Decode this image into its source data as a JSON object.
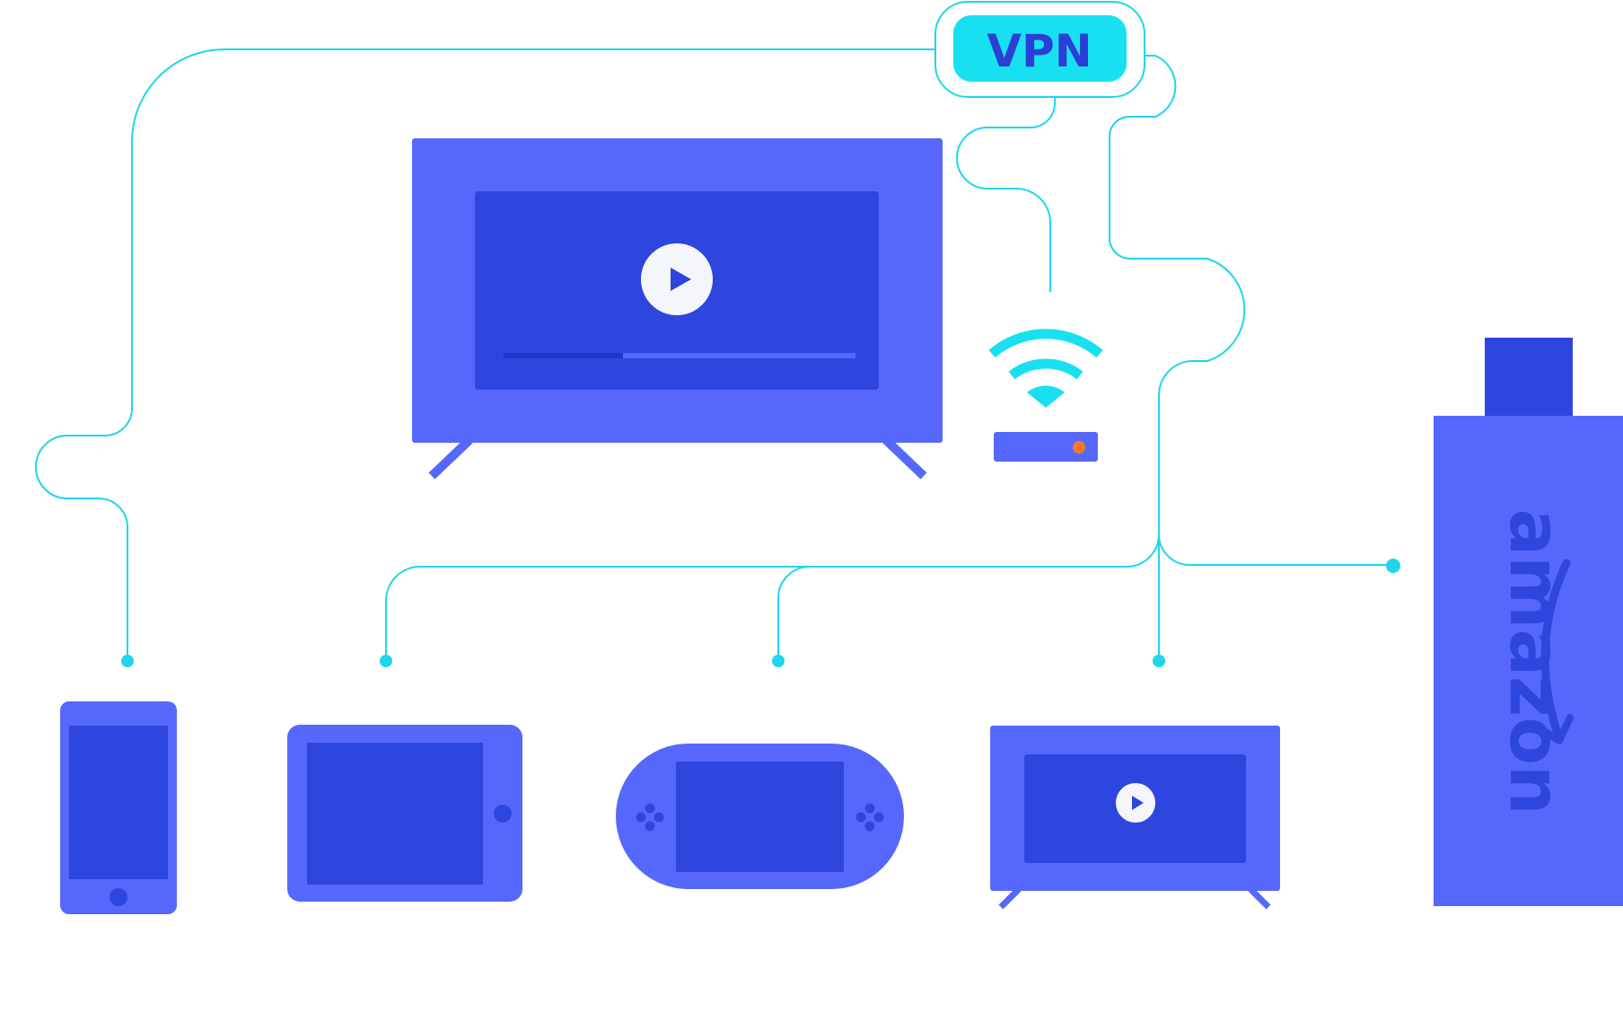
{
  "vpn": {
    "label": "VPN"
  },
  "fire_stick": {
    "brand": "amazon"
  },
  "colors": {
    "line": "#1fd6ea",
    "badge_fill": "#19e0f0",
    "badge_text": "#2b3fd6",
    "device_body": "#5668fb",
    "device_screen": "#2e46dd",
    "play_button": "#f5f6fb",
    "router_led": "#f57a2c"
  },
  "devices": [
    "smartphone",
    "tablet",
    "handheld-console",
    "smart-tv-small",
    "smart-tv-large",
    "wifi-router",
    "fire-tv-stick"
  ]
}
